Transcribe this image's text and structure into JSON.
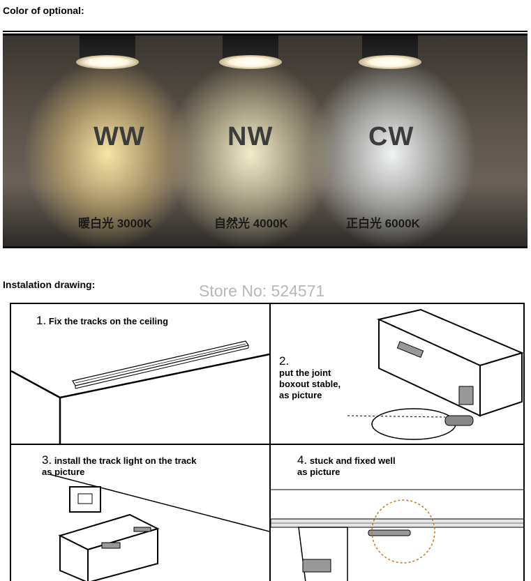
{
  "color_section": {
    "title": "Color of optional:",
    "lamps": [
      {
        "code": "WW",
        "label": "暖白光 3000K"
      },
      {
        "code": "NW",
        "label": "自然光 4000K"
      },
      {
        "code": "CW",
        "label": "正白光 6000K"
      }
    ]
  },
  "install_section": {
    "title": "Instalation drawing:",
    "watermark": "Store No: 524571",
    "steps": [
      {
        "num": "1.",
        "text": "Fix the tracks on the ceiling"
      },
      {
        "num": "2.",
        "text": "put the joint\nboxout stable,\nas picture"
      },
      {
        "num": "3.",
        "text": "install the track light on the track\nas picture"
      },
      {
        "num": "4.",
        "text": "stuck and fixed well\nas picture"
      }
    ]
  }
}
